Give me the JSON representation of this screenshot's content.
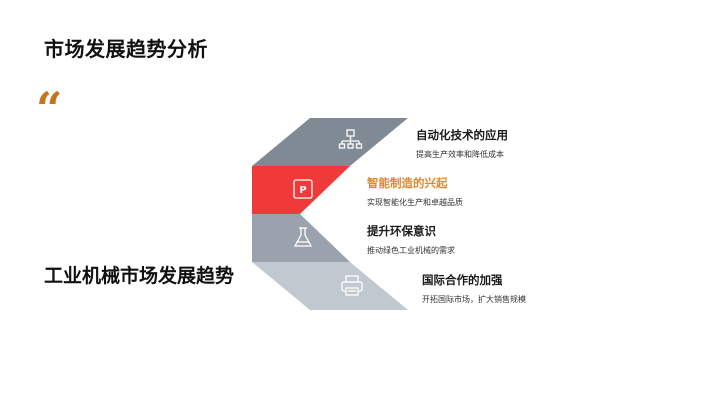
{
  "slide": {
    "title": "市场发展趋势分析",
    "quote_mark": "“",
    "subtitle": "工业机械市场发展趋势"
  },
  "items": [
    {
      "title": "自动化技术的应用",
      "desc": "提高生产效率和降低成本",
      "icon": "flowchart-icon",
      "color": "#7f8a95",
      "highlight": false
    },
    {
      "title": "智能制造的兴起",
      "desc": "实现智能化生产和卓越品质",
      "icon": "powerpoint-icon",
      "color": "#f03a3a",
      "highlight": true
    },
    {
      "title": "提升环保意识",
      "desc": "推动绿色工业机械的需求",
      "icon": "flask-icon",
      "color": "#9aa3ad",
      "highlight": false
    },
    {
      "title": "国际合作的加强",
      "desc": "开拓国际市场，扩大销售规模",
      "icon": "printer-icon",
      "color": "#c2c8cf",
      "highlight": false
    }
  ],
  "colors": {
    "accent": "#e0892c",
    "highlight_segment": "#f03a3a",
    "quote": "#c8741e"
  }
}
